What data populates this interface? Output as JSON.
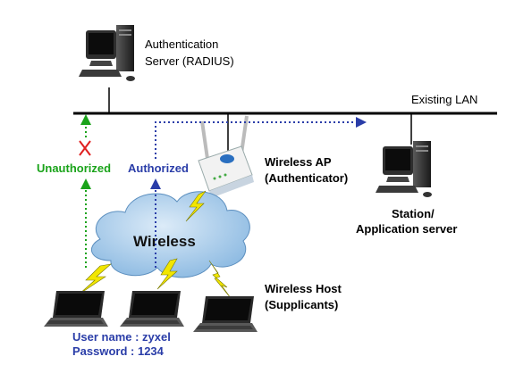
{
  "labels": {
    "auth_server": [
      "Authentication",
      "Server (RADIUS)"
    ],
    "existing_lan": "Existing LAN",
    "wireless_ap": [
      "Wireless AP",
      "(Authenticator)"
    ],
    "station": [
      "Station/",
      "Application server"
    ],
    "wireless_cloud": "Wireless",
    "wireless_host": [
      "Wireless Host",
      "(Supplicants)"
    ],
    "unauthorized": "Unauthorized",
    "authorized": "Authorized",
    "credentials": [
      "User name : zyxel",
      "Password : 1234"
    ]
  },
  "colors": {
    "unauthorized": "#1aa31a",
    "authorized": "#2a3da8",
    "blocked_mark": "#e02020",
    "cloud_fill": "#a9cdec",
    "lightning": "#f2e600",
    "lan_line": "#000000"
  },
  "icons": {
    "server": "desktop-computer-icon",
    "station": "desktop-computer-icon",
    "ap": "wireless-access-point-icon",
    "laptop": "laptop-icon",
    "link": "lightning-bolt-icon",
    "blocked": "red-x-icon"
  }
}
